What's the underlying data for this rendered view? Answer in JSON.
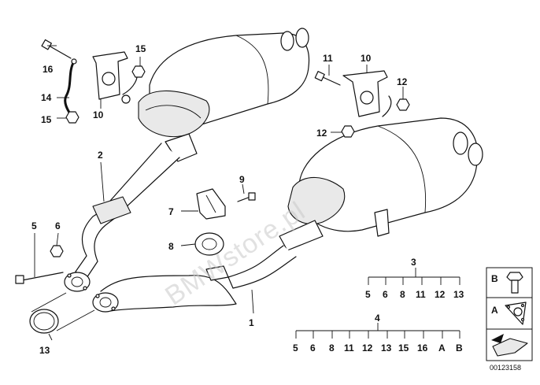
{
  "diagram": {
    "watermark": "BMWstore.pl",
    "reference_number": "00123158",
    "callouts": {
      "c1": "1",
      "c2": "2",
      "c3": "3",
      "c4": "4",
      "c5": "5",
      "c6": "6",
      "c7": "7",
      "c8": "8",
      "c9": "9",
      "c10a": "10",
      "c10b": "10",
      "c11": "11",
      "c12a": "12",
      "c12b": "12",
      "c13": "13",
      "c14": "14",
      "c15a": "15",
      "c15b": "15",
      "c16": "16"
    },
    "kit3_items": [
      "5",
      "6",
      "8",
      "11",
      "12",
      "13"
    ],
    "kit4_items": [
      "5",
      "6",
      "8",
      "11",
      "12",
      "13",
      "15",
      "16",
      "A",
      "B"
    ],
    "legend": {
      "b_label": "B",
      "a_label": "A"
    }
  }
}
